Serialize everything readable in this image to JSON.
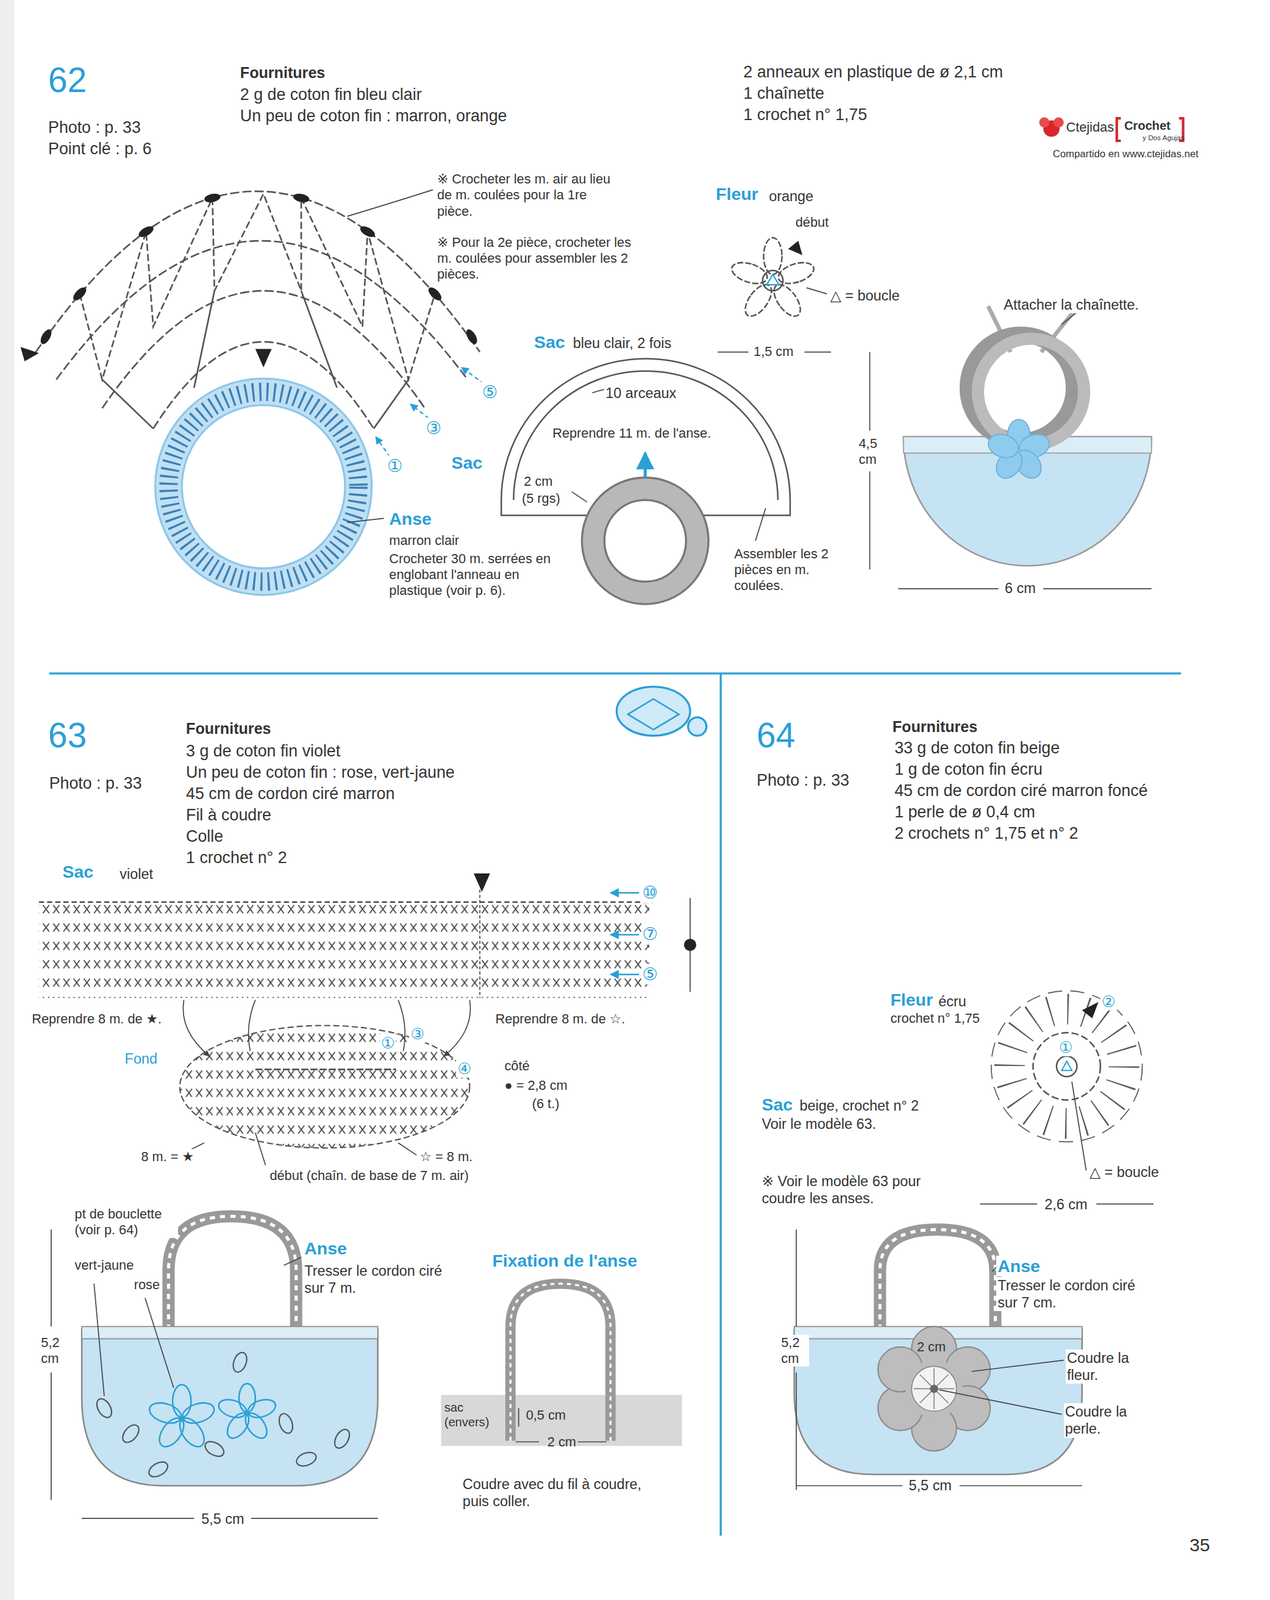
{
  "diagram": {
    "labels": [
      "62",
      "Photo : p. 33",
      "Point clé : p. 6",
      "Fournitures",
      "2 g de coton fin bleu clair",
      "Un peu de coton fin : marron, orange",
      "2 anneaux en plastique de ø 2,1 cm",
      "1 chaînette",
      "1 crochet n° 1,75",
      "Ctejidas",
      "Crochet",
      "y Dos Agujas",
      "Compartido en www.ctejidas.net",
      "※ Crocheter les m. air au lieu de m. coulées pour la 1re pièce.",
      "※ Pour la 2e pièce, crocheter les m. coulées pour assembler les 2 pièces.",
      "Fleur",
      "orange",
      "début",
      "△ = boucle",
      "1,5 cm",
      "Sac",
      "bleu clair, 2 fois",
      "10 arceaux",
      "Reprendre 11 m. de l'anse.",
      "2 cm",
      "(5 rgs)",
      "Assembler les 2 pièces en m. coulées.",
      "Attacher la chaînette.",
      "4,5 cm",
      "6 cm",
      "①",
      "③",
      "⑤",
      "Sac",
      "Anse",
      "marron clair",
      "Crocheter 30 m. serrées en englobant l'anneau en plastique (voir p. 6).",
      "63",
      "Photo : p. 33",
      "Fournitures",
      "3 g de coton fin violet",
      "Un peu de coton fin : rose, vert-jaune",
      "45 cm de cordon ciré marron",
      "Fil à coudre",
      "Colle",
      "1 crochet n° 2",
      "Sac",
      "violet",
      "⑩",
      "⑦",
      "⑤",
      "Reprendre 8 m. de ★.",
      "Reprendre 8 m. de ☆.",
      "Fond",
      "①",
      "③",
      "④",
      "côté",
      "● = 2,8 cm",
      "(6 t.)",
      "8 m. = ★",
      "☆ = 8 m.",
      "début (chaîn. de base de 7 m. air)",
      "pt de bouclette (voir p. 64)",
      "vert-jaune",
      "rose",
      "Anse",
      "Tresser le cordon ciré sur 7 m.",
      "5,2 cm",
      "5,5 cm",
      "Fixation de l'anse",
      "sac (envers)",
      "0,5 cm",
      "2 cm",
      "Coudre avec du fil à coudre, puis coller.",
      "64",
      "Photo : p. 33",
      "Fournitures",
      "33 g de coton fin beige",
      "1 g de coton fin écru",
      "45 cm de cordon ciré marron foncé",
      "1 perle de ø 0,4 cm",
      "2 crochets n° 1,75 et n° 2",
      "Fleur",
      "écru",
      "crochet n° 1,75",
      "②",
      "①",
      "△ = boucle",
      "2,6 cm",
      "Sac",
      "beige, crochet n° 2",
      "Voir le modèle 63.",
      "※ Voir le modèle 63 pour coudre les anses.",
      "Anse",
      "Tresser le cordon ciré sur 7 cm.",
      "5,2 cm",
      "2 cm",
      "Coudre la fleur.",
      "Coudre la perle.",
      "5,5 cm",
      "35"
    ]
  }
}
